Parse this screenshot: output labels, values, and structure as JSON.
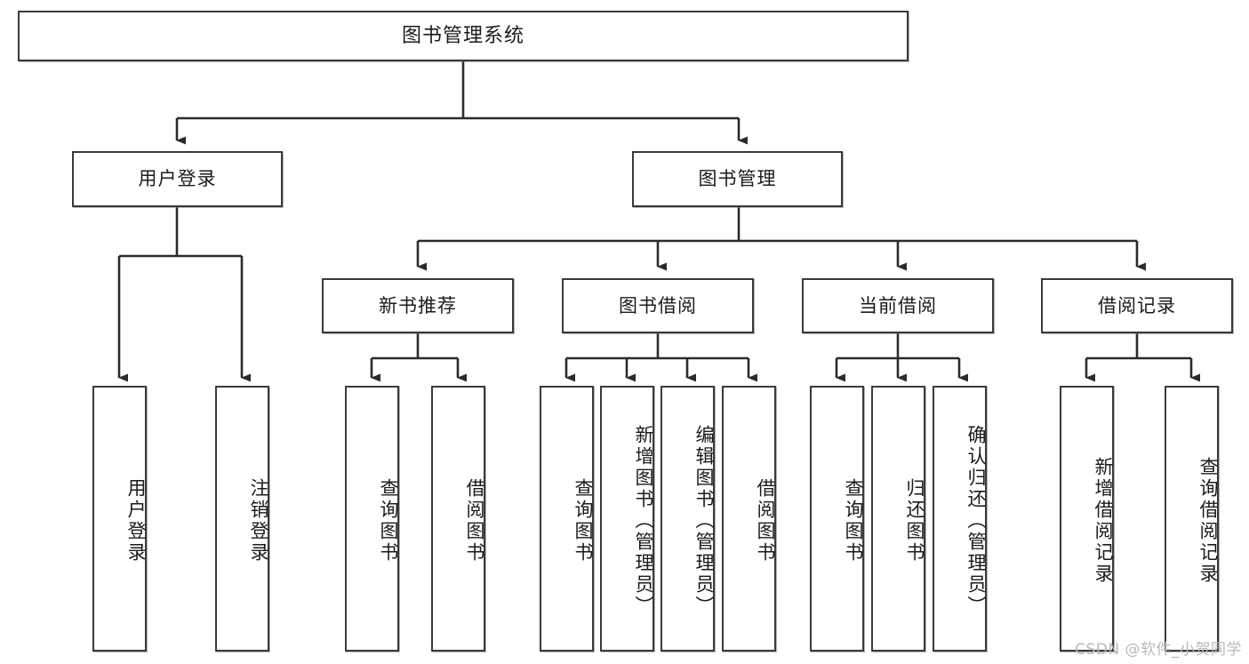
{
  "diagram": {
    "type": "tree-hierarchy-diagram",
    "title": "图书管理系统",
    "line_color": "#3a3a3a",
    "box_fill": "#ffffff",
    "text_color": "#1b1b1b",
    "levels": {
      "root": {
        "label": "图书管理系统"
      },
      "level2": [
        {
          "label": "用户登录"
        },
        {
          "label": "图书管理"
        }
      ],
      "level3": [
        {
          "label": "新书推荐"
        },
        {
          "label": "图书借阅"
        },
        {
          "label": "当前借阅"
        },
        {
          "label": "借阅记录"
        }
      ],
      "leaves": {
        "user_login": [
          {
            "label": "用户登录"
          },
          {
            "label": "注销登录"
          }
        ],
        "new_book_recommend": [
          {
            "label": "查询图书"
          },
          {
            "label": "借阅图书"
          }
        ],
        "book_borrow": [
          {
            "label": "查询图书"
          },
          {
            "label": "新增图书（管理员）"
          },
          {
            "label": "编辑图书（管理员）"
          },
          {
            "label": "借阅图书"
          }
        ],
        "current_borrow": [
          {
            "label": "查询图书"
          },
          {
            "label": "归还图书"
          },
          {
            "label": "确认归还（管理员）"
          }
        ],
        "borrow_record": [
          {
            "label": "新增借阅记录"
          },
          {
            "label": "查询借阅记录"
          }
        ]
      }
    }
  },
  "watermark": {
    "text": "CSDN @软件_小贺同学"
  }
}
